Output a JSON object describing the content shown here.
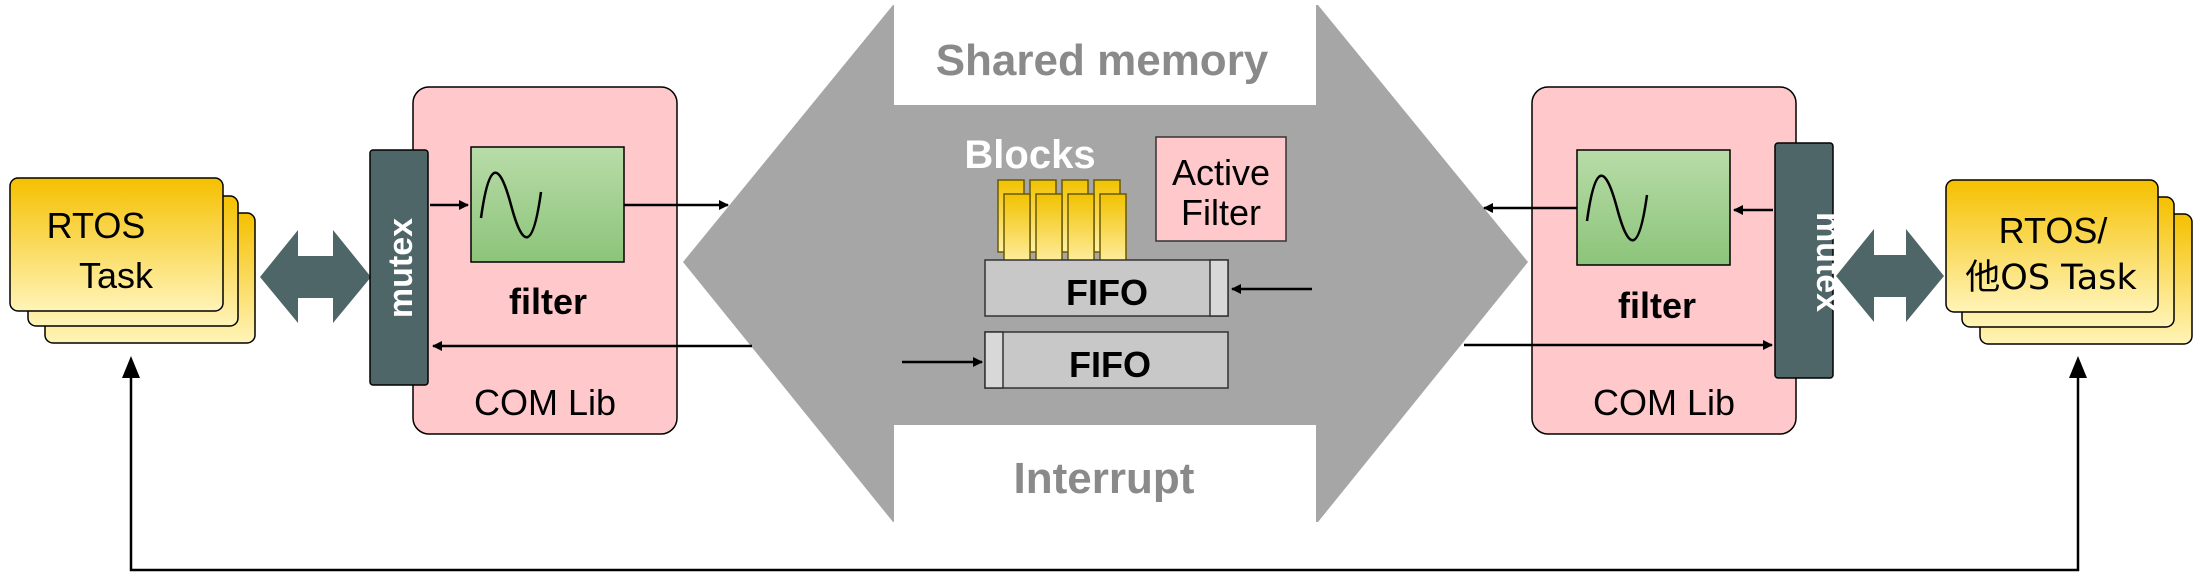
{
  "left_task": {
    "line1": "RTOS",
    "line2": "Task"
  },
  "right_task": {
    "line1": "RTOS/",
    "line2": "他OS Task"
  },
  "left_lib": {
    "mutex": "mutex",
    "filter": "filter",
    "com": "COM Lib"
  },
  "right_lib": {
    "mutex": "mutex",
    "filter": "filter",
    "com": "COM Lib"
  },
  "center": {
    "shared_memory": "Shared memory",
    "interrupt": "Interrupt",
    "blocks": "Blocks",
    "active_filter_line1": "Active",
    "active_filter_line2": "Filter",
    "fifo_top": "FIFO",
    "fifo_bottom": "FIFO"
  },
  "colors": {
    "task_yellow_top": "#f5c000",
    "task_yellow_bottom": "#fff2b0",
    "com_lib_pink": "#ffc9cc",
    "mutex_slate": "#4f6668",
    "filter_green": "#9fcf8a",
    "center_gray": "#a6a6a6",
    "fifo_gray": "#c8c8c8",
    "active_filter_pink": "#ffc9cc"
  }
}
